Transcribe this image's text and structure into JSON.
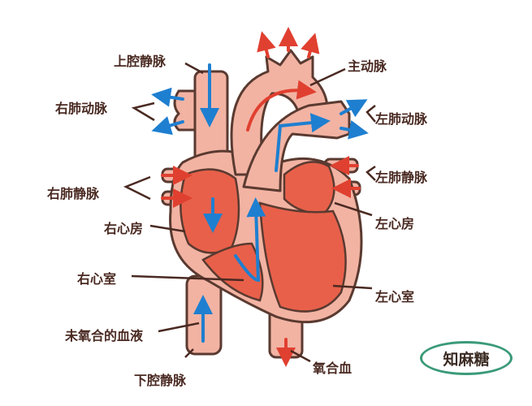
{
  "labels": {
    "superior_vena_cava": "上腔静脉",
    "aorta": "主动脉",
    "right_pulmonary_artery": "右肺动脉",
    "left_pulmonary_artery": "左肺动脉",
    "right_pulmonary_vein": "右肺静脉",
    "left_pulmonary_vein": "左肺静脉",
    "right_atrium": "右心房",
    "left_atrium": "左心房",
    "right_ventricle": "右心室",
    "left_ventricle": "左心室",
    "deoxygenated_blood": "未氧合的血液",
    "inferior_vena_cava": "下腔静脉",
    "oxygenated_blood": "氧合血"
  },
  "logo": "知麻糖",
  "colors": {
    "tissue": "#f2b3a3",
    "chamber": "#e8604a",
    "outline": "#5a3a30",
    "deoxygenated_arrow": "#1e7fd0",
    "oxygenated_arrow": "#e04030",
    "logo_ring": "#3a9a78"
  }
}
